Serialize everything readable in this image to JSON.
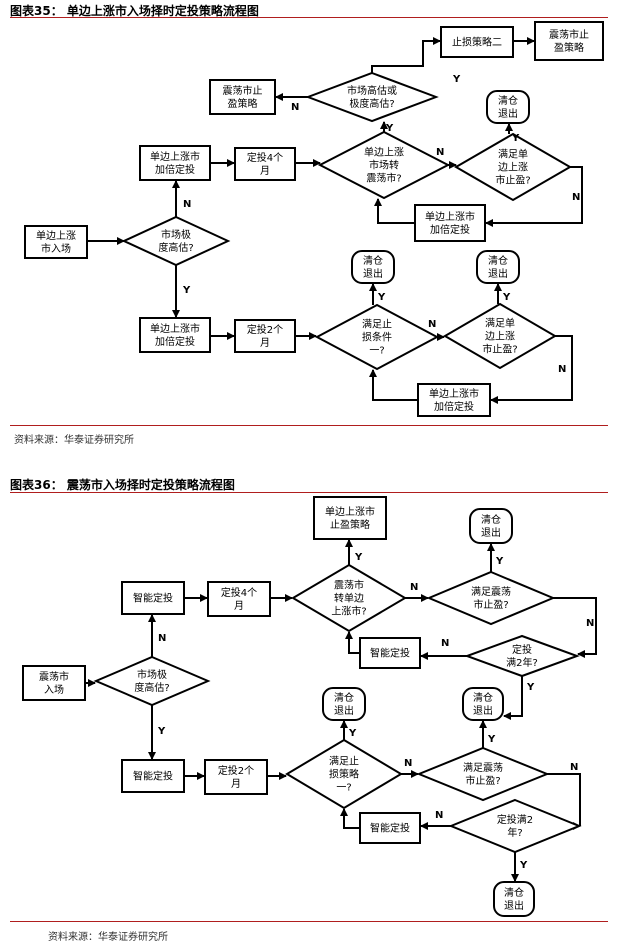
{
  "figure1": {
    "title": "图表35：  单边上涨市入场择时定投策略流程图",
    "source": "资料来源：华泰证券研究所",
    "nodes": {
      "entry": [
        "单边上涨",
        "市入场"
      ],
      "d_market_high": [
        "市场极",
        "度高估?"
      ],
      "top_double": [
        "单边上涨市",
        "加倍定投"
      ],
      "top_fix4": [
        "定投4个",
        "月"
      ],
      "d_turn_osc": [
        "单边上涨",
        "市场转",
        "震荡市?"
      ],
      "d_osc_high": [
        "市场高估或",
        "极度高估?"
      ],
      "osc_stop": [
        "震荡市止",
        "盈策略"
      ],
      "stoploss2": [
        "止损策略二"
      ],
      "osc_stop2": [
        "震荡市止",
        "盈策略"
      ],
      "d_single_stop_top": [
        "满足单",
        "边上涨",
        "市止盈?"
      ],
      "clear_top": [
        "清仓",
        "退出"
      ],
      "top_loop_double": [
        "单边上涨市",
        "加倍定投"
      ],
      "bot_double": [
        "单边上涨市",
        "加倍定投"
      ],
      "bot_fix2": [
        "定投2个",
        "月"
      ],
      "d_stoploss": [
        "满足止",
        "损条件",
        "一?"
      ],
      "clear_mid": [
        "清仓",
        "退出"
      ],
      "d_single_stop_bot": [
        "满足单",
        "边上涨",
        "市止盈?"
      ],
      "clear_right": [
        "清仓",
        "退出"
      ],
      "bot_loop_double": [
        "单边上涨市",
        "加倍定投"
      ]
    }
  },
  "figure2": {
    "title": "图表36：  震荡市入场择时定投策略流程图",
    "source": "资料来源：华泰证券研究所",
    "nodes": {
      "entry": [
        "震荡市",
        "入场"
      ],
      "d_market_high": [
        "市场极",
        "度高估?"
      ],
      "top_smart": [
        "智能定投"
      ],
      "top_fix4": [
        "定投4个",
        "月"
      ],
      "d_turn_single": [
        "震荡市",
        "转单边",
        "上涨市?"
      ],
      "single_stop": [
        "单边上涨市",
        "止盈策略"
      ],
      "d_osc_stop_top": [
        "满足震荡",
        "市止盈?"
      ],
      "clear_top": [
        "清仓",
        "退出"
      ],
      "d_two_years_top": [
        "定投",
        "满2年?"
      ],
      "top_loop_smart": [
        "智能定投"
      ],
      "bot_smart": [
        "智能定投"
      ],
      "bot_fix2": [
        "定投2个",
        "月"
      ],
      "d_stoploss": [
        "满足止",
        "损策略",
        "一?"
      ],
      "clear_mid": [
        "清仓",
        "退出"
      ],
      "d_osc_stop_bot": [
        "满足震荡",
        "市止盈?"
      ],
      "clear_right": [
        "清仓",
        "退出"
      ],
      "d_two_years_bot": [
        "定投满2",
        "年?"
      ],
      "bot_loop_smart": [
        "智能定投"
      ],
      "clear_bottom": [
        "清仓",
        "退出"
      ]
    }
  },
  "labels": {
    "yes": "Y",
    "no": "N"
  },
  "colors": {
    "rule": "#b01e1e",
    "stroke": "#000000"
  }
}
